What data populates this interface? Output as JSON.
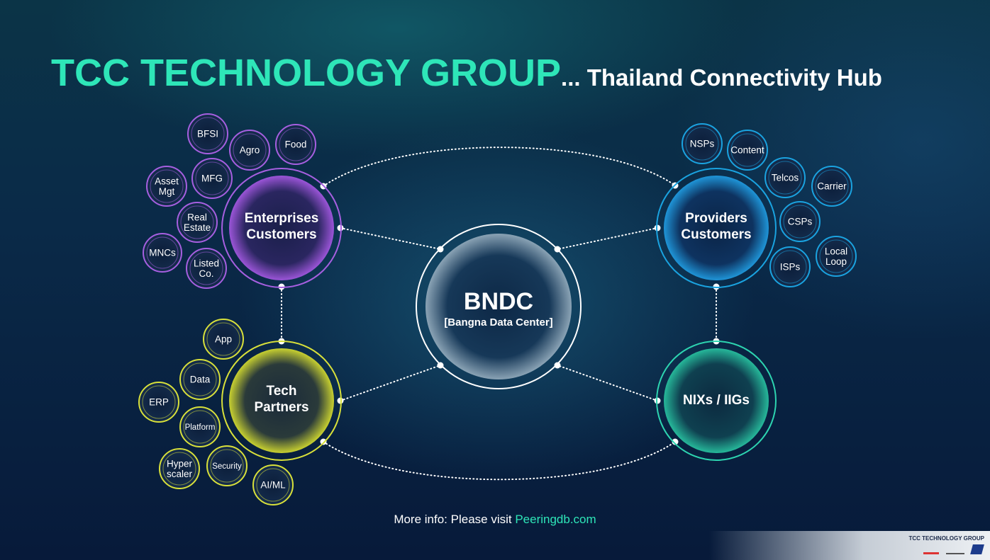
{
  "title": {
    "main": "TCC TECHNOLOGY GROUP",
    "sub": "... Thailand Connectivity Hub"
  },
  "colors": {
    "title": "#2ee6b8",
    "enterprise": "#a65fe0",
    "providers": "#1aa3e0",
    "tech": "#d8e03a",
    "nix": "#2dd4b0",
    "center": "#ffffff"
  },
  "center": {
    "title": "BNDC",
    "subtitle": "[Bangna Data Center]"
  },
  "hubs": {
    "enterprise": {
      "label": [
        "Enterprises",
        "Customers"
      ],
      "satellites": [
        [
          "BFSI"
        ],
        [
          "Agro"
        ],
        [
          "Food"
        ],
        [
          "MFG"
        ],
        [
          "Asset",
          "Mgt"
        ],
        [
          "Real",
          "Estate"
        ],
        [
          "MNCs"
        ],
        [
          "Listed",
          "Co."
        ]
      ]
    },
    "providers": {
      "label": [
        "Providers",
        "Customers"
      ],
      "satellites": [
        [
          "NSPs"
        ],
        [
          "Content"
        ],
        [
          "Telcos"
        ],
        [
          "Carrier"
        ],
        [
          "CSPs"
        ],
        [
          "Local",
          "Loop"
        ],
        [
          "ISPs"
        ]
      ]
    },
    "tech": {
      "label": [
        "Tech",
        "Partners"
      ],
      "satellites": [
        [
          "App"
        ],
        [
          "Data"
        ],
        [
          "ERP"
        ],
        [
          "Platform"
        ],
        [
          "Hyper",
          "scaler"
        ],
        [
          "Security"
        ],
        [
          "AI/ML"
        ]
      ]
    },
    "nix": {
      "label": [
        "NIXs / IIGs"
      ],
      "satellites": []
    }
  },
  "footer": {
    "prefix": "More info: Please visit ",
    "link": "Peeringdb.com"
  },
  "brand": {
    "name": "TCC TECHNOLOGY GROUP"
  }
}
